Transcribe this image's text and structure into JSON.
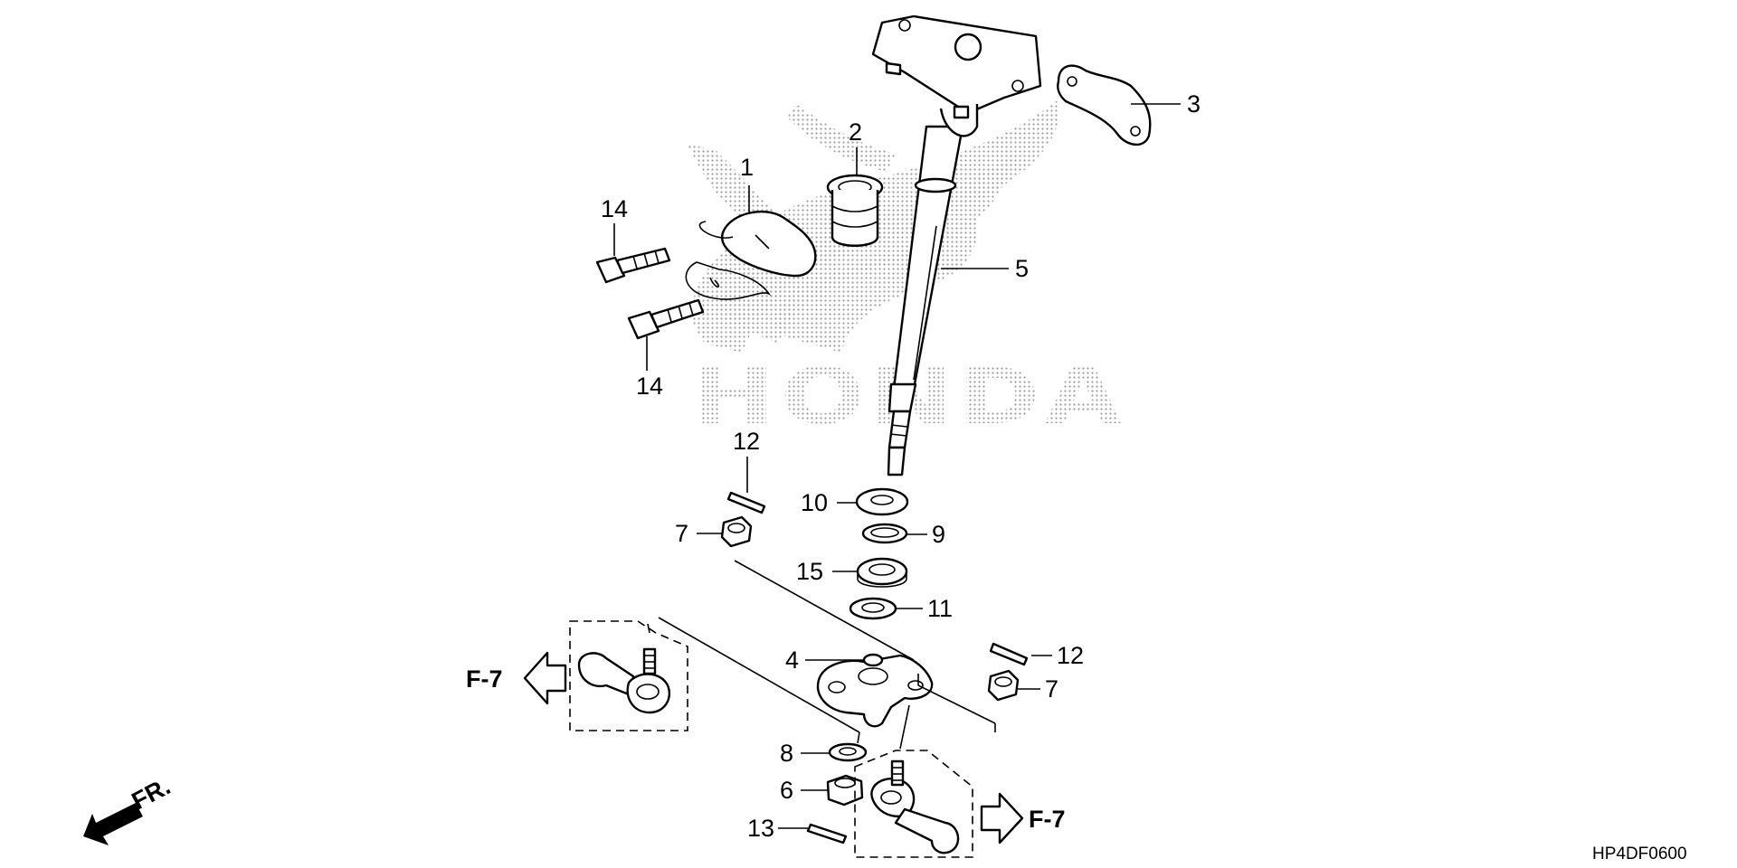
{
  "watermark": {
    "text": "HONDA"
  },
  "diagram_code": "HP4DF0600",
  "direction": {
    "label": "FR."
  },
  "references": [
    {
      "id": "ref-left",
      "label": "F-7"
    },
    {
      "id": "ref-right",
      "label": "F-7"
    }
  ],
  "callouts": {
    "c1": "1",
    "c2": "2",
    "c3": "3",
    "c4": "4",
    "c5": "5",
    "c6": "6",
    "c7a": "7",
    "c7b": "7",
    "c8": "8",
    "c9": "9",
    "c10": "10",
    "c11": "11",
    "c12a": "12",
    "c12b": "12",
    "c13": "13",
    "c14a": "14",
    "c14b": "14",
    "c15": "15"
  }
}
